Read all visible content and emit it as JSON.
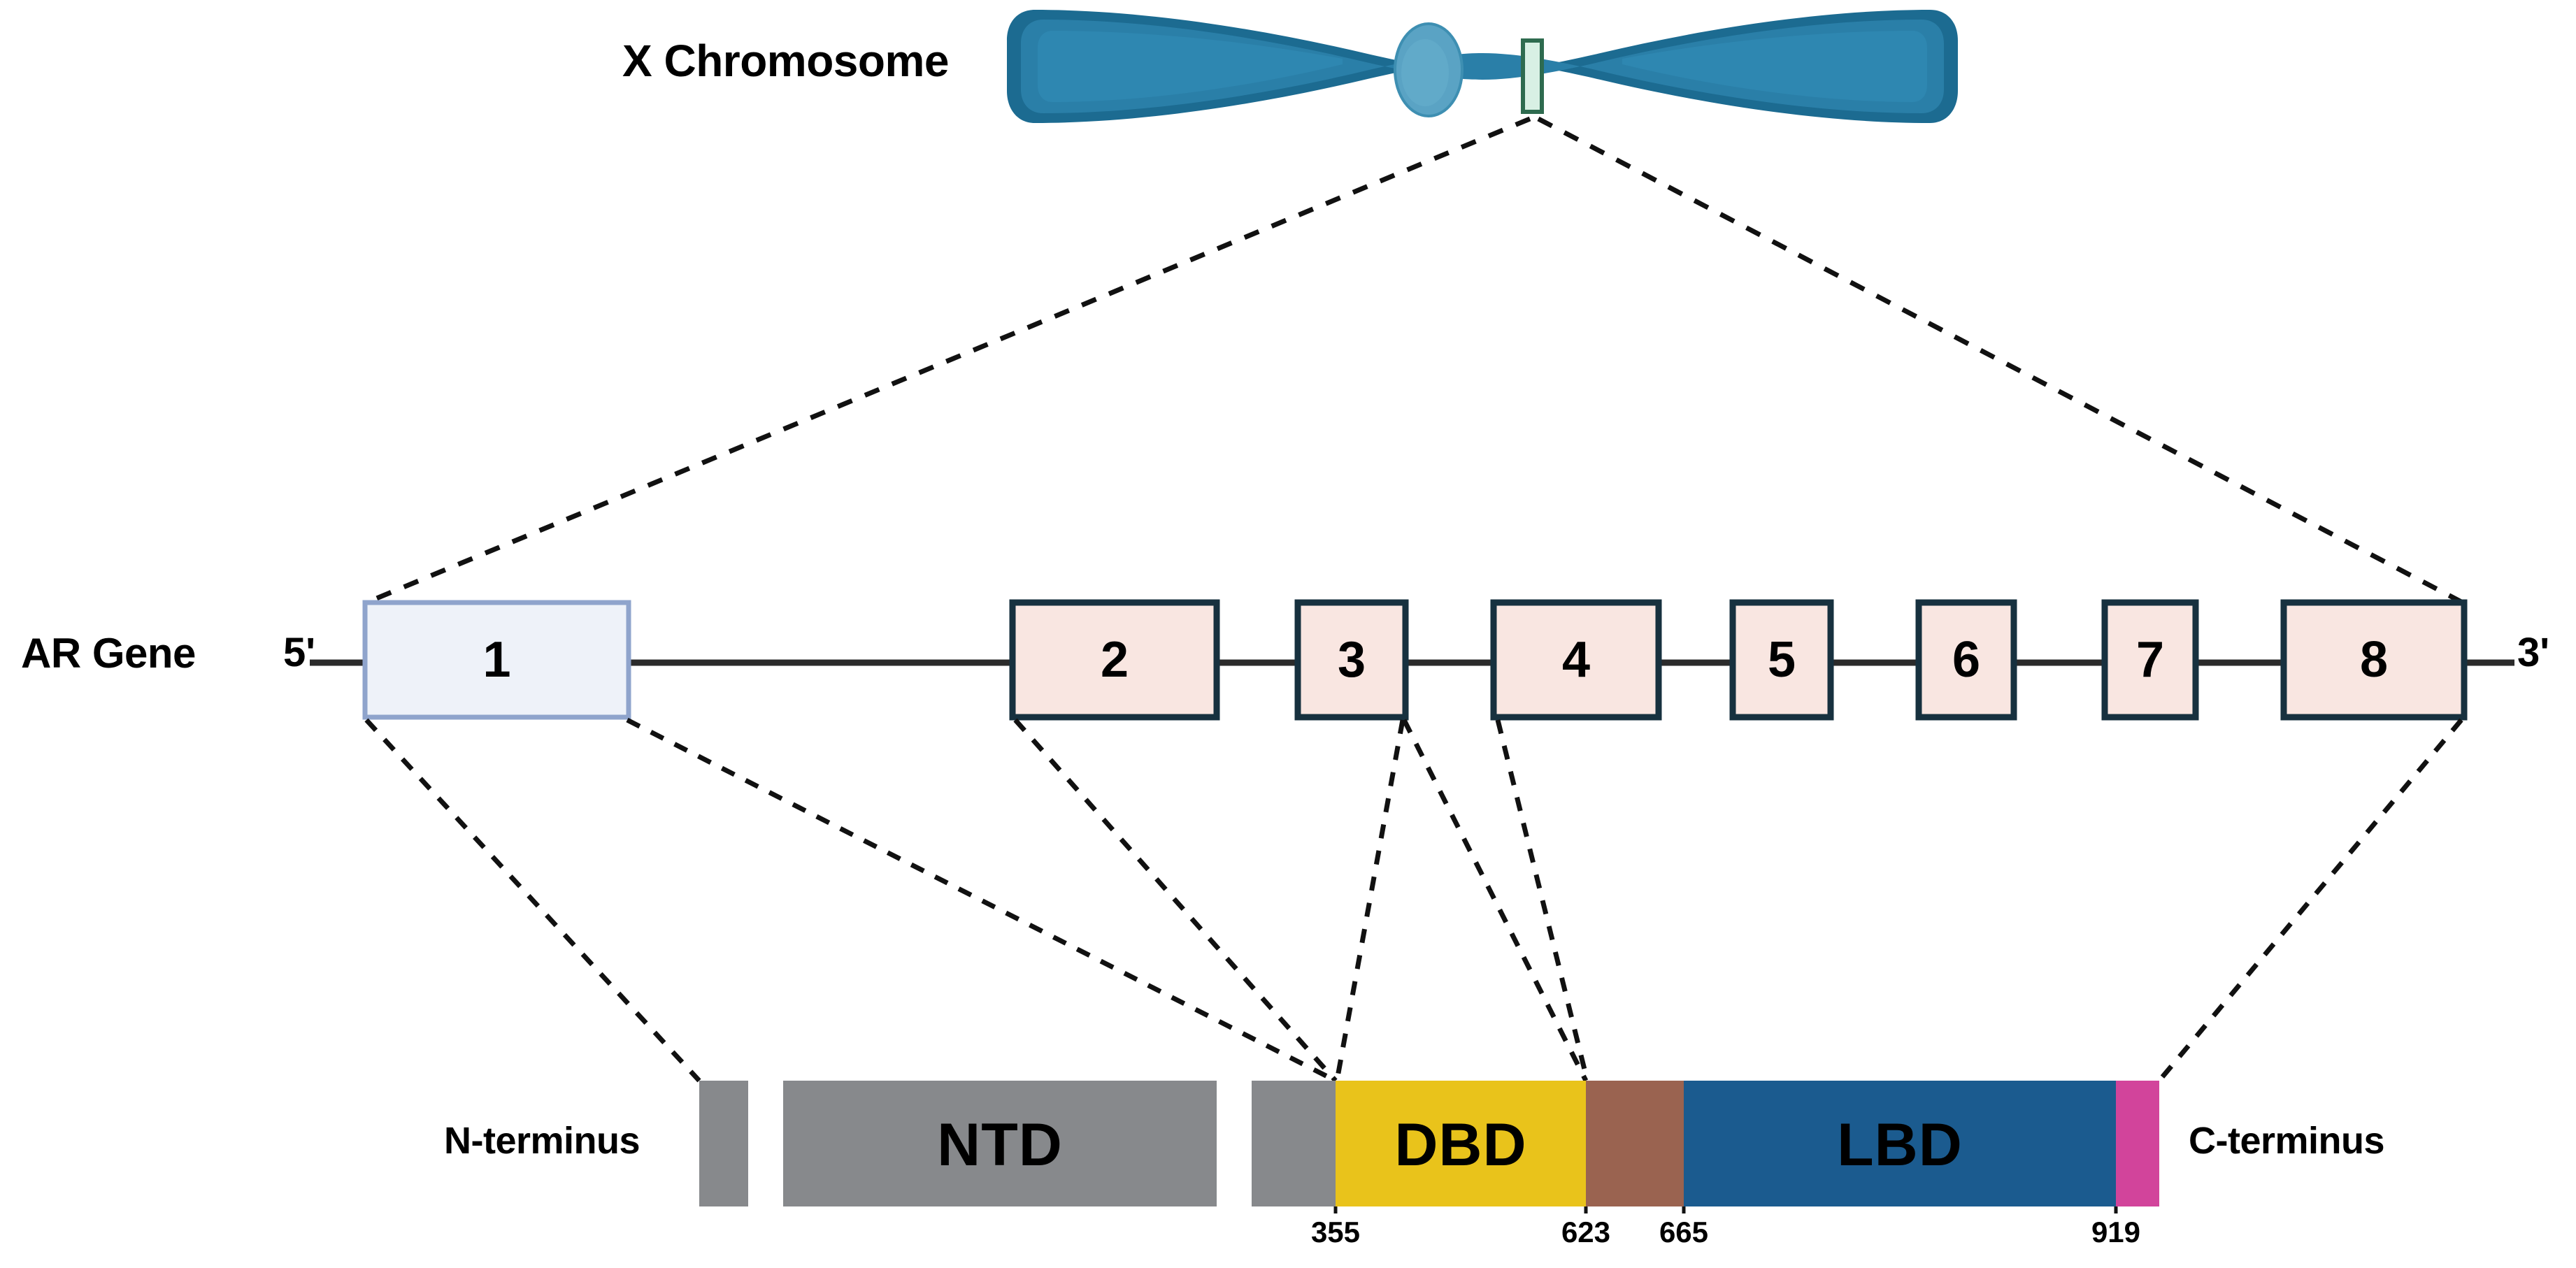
{
  "title": "AR Gene Structure Diagram",
  "chromosome": {
    "label": "X Chromosome",
    "body_color": "#2a7fa8",
    "outline_color": "#1c6b91",
    "centromere_color": "#5aa3c4",
    "locus_band_fill": "#d8f0e4",
    "locus_band_stroke": "#2e6b4f"
  },
  "gene": {
    "label": "AR Gene",
    "five_prime": "5'",
    "three_prime": "3'",
    "exon_one_fill": "#eef2f9",
    "exon_one_stroke": "#8fa4cc",
    "exon_fill": "#f9e6e1",
    "exon_stroke": "#17313f",
    "intron_line_color": "#2b2b2b",
    "exons": [
      {
        "label": "1"
      },
      {
        "label": "2"
      },
      {
        "label": "3"
      },
      {
        "label": "4"
      },
      {
        "label": "5"
      },
      {
        "label": "6"
      },
      {
        "label": "7"
      },
      {
        "label": "8"
      }
    ]
  },
  "protein": {
    "n_terminus": "N-terminus",
    "c_terminus": "C-terminus",
    "domains": [
      {
        "name": "",
        "color": "#87898c"
      },
      {
        "name": "NTD",
        "color": "#87898c"
      },
      {
        "name": "",
        "color": "#87898c"
      },
      {
        "name": "DBD",
        "color": "#e9c31b"
      },
      {
        "name": "",
        "color": "#9a6350"
      },
      {
        "name": "LBD",
        "color": "#1b5b8f"
      },
      {
        "name": "",
        "color": "#d2449b"
      }
    ],
    "residue_ticks": [
      {
        "value": "355"
      },
      {
        "value": "623"
      },
      {
        "value": "665"
      },
      {
        "value": "919"
      }
    ]
  },
  "connectors": {
    "color": "#111111",
    "style": "dashed"
  }
}
